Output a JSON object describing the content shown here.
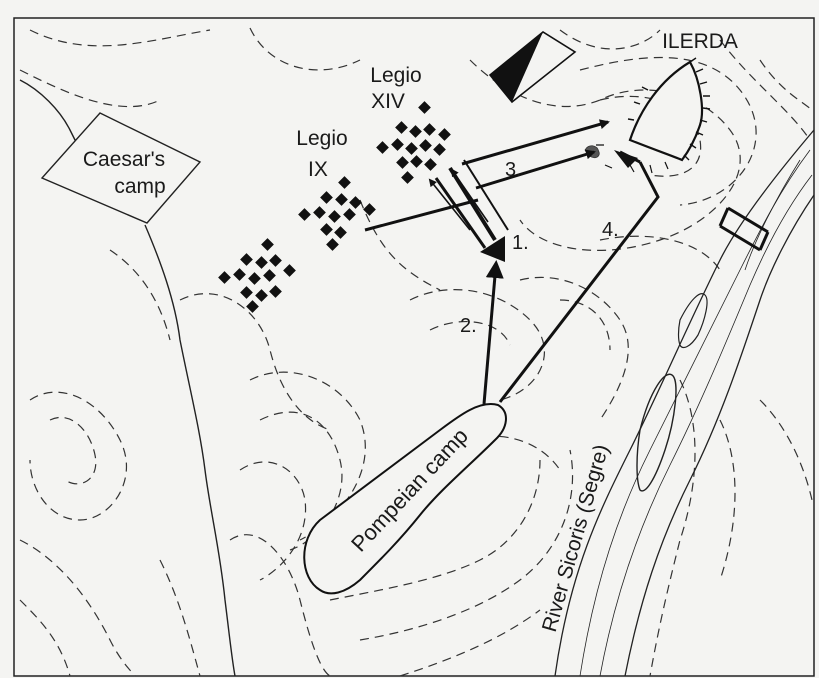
{
  "map": {
    "labels": {
      "caesars_camp_line1": "Caesar's",
      "caesars_camp_line2": "camp",
      "legio_xiv_line1": "Legio",
      "legio_xiv_line2": "XIV",
      "legio_ix_line1": "Legio",
      "legio_ix_line2": "IX",
      "ilerda": "ILERDA",
      "pompeian_camp": "Pompeian camp",
      "river": "River Sicoris (Segre)"
    },
    "movements": [
      {
        "id": "1",
        "label": "1."
      },
      {
        "id": "2",
        "label": "2."
      },
      {
        "id": "3",
        "label": "3."
      },
      {
        "id": "4",
        "label": "4."
      }
    ],
    "colors": {
      "paper": "#f4f4f2",
      "ink": "#111111",
      "contour": "#333333"
    },
    "icons": {
      "north": "north-arrow-icon",
      "legion_unit": "legion-unit-icon"
    }
  }
}
